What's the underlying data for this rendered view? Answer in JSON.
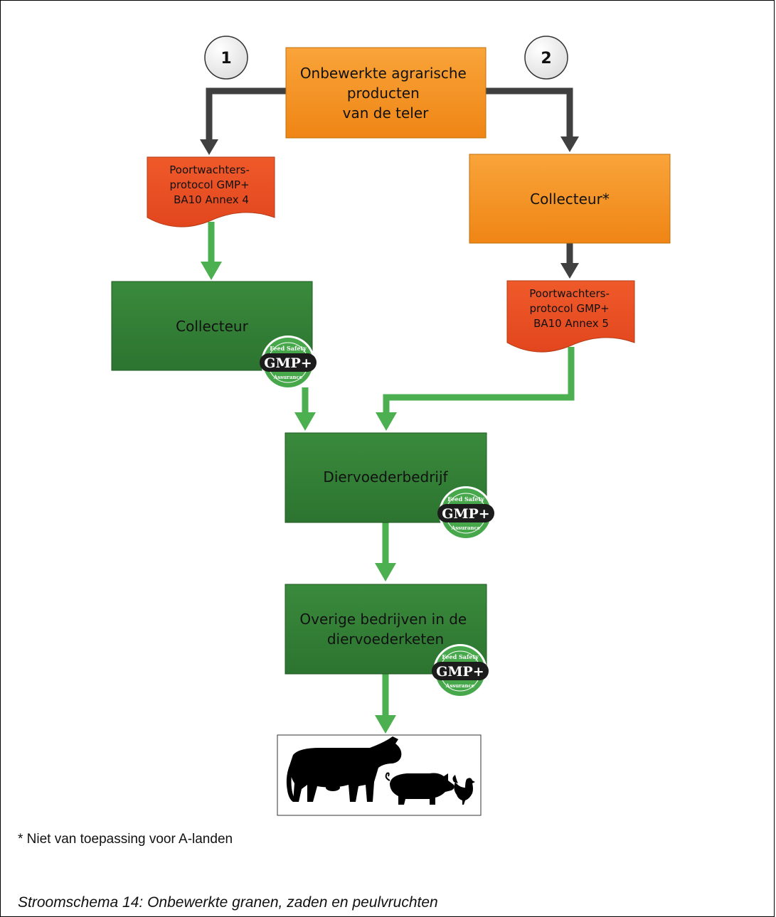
{
  "steps": {
    "one": "1",
    "two": "2"
  },
  "nodes": {
    "source": [
      "Onbewerkte agrarische",
      "producten",
      "van de teler"
    ],
    "doc_annex4": [
      "Poortwachters-",
      "protocol GMP+",
      "BA10 Annex 4"
    ],
    "collecteur_star": [
      "Collecteur*"
    ],
    "doc_annex5": [
      "Poortwachters-",
      "protocol GMP+",
      "BA10 Annex 5"
    ],
    "collecteur_green": [
      "Collecteur"
    ],
    "diervoederbedrijf": [
      "Diervoederbedrijf"
    ],
    "overige": [
      "Overige bedrijven in de",
      "diervoederketen"
    ]
  },
  "badge": {
    "main": "GMP+",
    "top": "Feed Safety",
    "bottom": "Assurance"
  },
  "image_alt": "animals-silhouettes",
  "footnote": "* Niet van toepassing voor A-landen",
  "caption": "Stroomschema 14: Onbewerkte granen, zaden en peulvruchten",
  "colors": {
    "orange_box": "#f28c1e",
    "red_doc": "#e84c22",
    "green_box": "#2f7d32",
    "green_arrow": "#4caf50",
    "gray_arrow": "#404040"
  }
}
